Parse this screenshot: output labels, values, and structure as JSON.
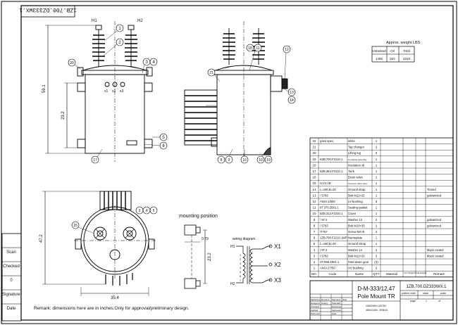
{
  "drawing_code_rotated": "1ZB.700.DZ333WX.1",
  "view_labels": {
    "h1": "H1",
    "h2": "H2",
    "x1_marks": [
      "x1",
      "x2",
      "x3"
    ]
  },
  "dimensions": {
    "overall_height": "59.1",
    "mid_height": "23.2",
    "diameter": "35.4",
    "base_height": "47.2",
    "mount_width": "0.79",
    "mount_height": "23.2"
  },
  "balloons_front": [
    "1",
    "2",
    "20",
    "3",
    "4",
    "5",
    "6",
    "17"
  ],
  "balloons_side": [
    "18",
    "11",
    "12",
    "21",
    "13",
    "14",
    "8",
    "9",
    "16",
    "10",
    "19"
  ],
  "balloons_top": [
    "3",
    "4",
    "5",
    "15"
  ],
  "weight_table": {
    "title": "Approx. weight LBS",
    "headers": [
      "Untanked",
      "Oil",
      "Total"
    ],
    "values": [
      "1455",
      "524",
      "2315"
    ]
  },
  "mounting_position_label": "mounting position",
  "wiring_diagram": {
    "label": "wiring diagram",
    "h1": "H1",
    "h2": "H2",
    "outputs": [
      "X1",
      "X2",
      "X3"
    ],
    "taps": [
      "1",
      "2",
      "3",
      "4",
      "5",
      "6",
      "7"
    ]
  },
  "parts_list": [
    {
      "no": "22",
      "code": "paint spec.",
      "name": "white",
      "qty": "1",
      "remark": ""
    },
    {
      "no": "21",
      "code": "",
      "name": "Tap changer",
      "qty": "1",
      "remark": ""
    },
    {
      "no": "20",
      "code": "",
      "name": "Lifting lug",
      "qty": "2",
      "remark": ""
    },
    {
      "no": "19",
      "code": "5ZB.700.F2210.1",
      "name": "Core&coil assembly",
      "qty": "1",
      "remark": ""
    },
    {
      "no": "18",
      "code": "",
      "name": "Insulation oil",
      "qty": "1",
      "remark": ""
    },
    {
      "no": "17",
      "code": "5ZB.384.F2210.1",
      "name": "Tank",
      "qty": "1",
      "remark": ""
    },
    {
      "no": "16",
      "code": "",
      "name": "Drain valve",
      "qty": "1",
      "remark": ""
    },
    {
      "no": "15",
      "code": "G1/4-1B",
      "name": "Pressure relief valve",
      "qty": "1",
      "remark": ""
    },
    {
      "no": "14",
      "code": "L=180,B=30",
      "name": "Ground strap",
      "qty": "1",
      "remark": "Tinned"
    },
    {
      "no": "13",
      "code": "/ 5783",
      "name": "Bolt M12×25",
      "qty": "1",
      "remark": "galvanized"
    },
    {
      "no": "12",
      "code": "ANSI-1/800",
      "name": "LV bushing",
      "qty": "3",
      "remark": ""
    },
    {
      "no": "11",
      "code": "8T.370.Z801.1",
      "name": "Sealing gasket",
      "qty": "1",
      "remark": ""
    },
    {
      "no": "10",
      "code": "5ZB.312.F2210.1",
      "name": "Cover",
      "qty": "1",
      "remark": ""
    },
    {
      "no": "9",
      "code": "/ 97.2",
      "name": "Washer 12",
      "qty": "2",
      "remark": "galvanized"
    },
    {
      "no": "8",
      "code": "/ 5783",
      "name": "Bolt M10×30",
      "qty": "1",
      "remark": "galvanized"
    },
    {
      "no": "7",
      "code": "/T767",
      "name": "Screw M4×6",
      "qty": "4",
      "remark": ""
    },
    {
      "no": "6",
      "code": "1ZB.700.F2210.1MP",
      "name": "Nameplate",
      "qty": "1",
      "remark": ""
    },
    {
      "no": "5",
      "code": "L=180,B=30",
      "name": "Ground Strap",
      "qty": "1",
      "remark": ""
    },
    {
      "no": "4",
      "code": "/ 97.2",
      "name": "Washer 12",
      "qty": "2",
      "remark": "black coated"
    },
    {
      "no": "3",
      "code": "/ 5783",
      "name": "Bolt M12×20",
      "qty": "2",
      "remark": "black coated"
    },
    {
      "no": "2",
      "code": "ST.098.Z801.1",
      "name": "Hold down gear",
      "qty": "(4)",
      "remark": ""
    },
    {
      "no": "1",
      "code": "ANSI-27/50",
      "name": "HV bushing",
      "qty": "2",
      "remark": ""
    }
  ],
  "parts_header": {
    "no": "NO.",
    "code": "Code",
    "name": "Name",
    "qty": "QTY",
    "material": "Material",
    "unit_weight": "Unit Weight",
    "total_weight": "Total Weight",
    "remark": "Remark"
  },
  "title_block": {
    "model": "D-M-333/12.47",
    "title": "Pole Mount TR",
    "drawing_no": "1ZB.700.DZ333WX.1",
    "rating_line1": "296000HV.12k78V",
    "rating_line2": "480V/240V, 333kVA",
    "pattern_mark": "pattern mark",
    "mass": "mass",
    "scale": "scale",
    "page": "page",
    "of": "of",
    "page_no": "1",
    "revision_headers": [
      "Mark/area",
      "Revision",
      "Signature",
      "Date"
    ],
    "sign_rows": [
      {
        "left": "Designed",
        "mid": "Huang",
        "right": "Standard"
      },
      {
        "left": "Checked",
        "mid": "",
        "right": "Examined"
      },
      {
        "left": "Audited",
        "mid": "",
        "right": "Approved"
      },
      {
        "left": "Workman",
        "mid": "",
        "right": "Date"
      }
    ]
  },
  "side_labels": [
    "Scan",
    "Checked",
    "0",
    "Signature",
    "Date"
  ],
  "remark": "Remark: dimensions here are in inches.Only for approval/preliminary design."
}
